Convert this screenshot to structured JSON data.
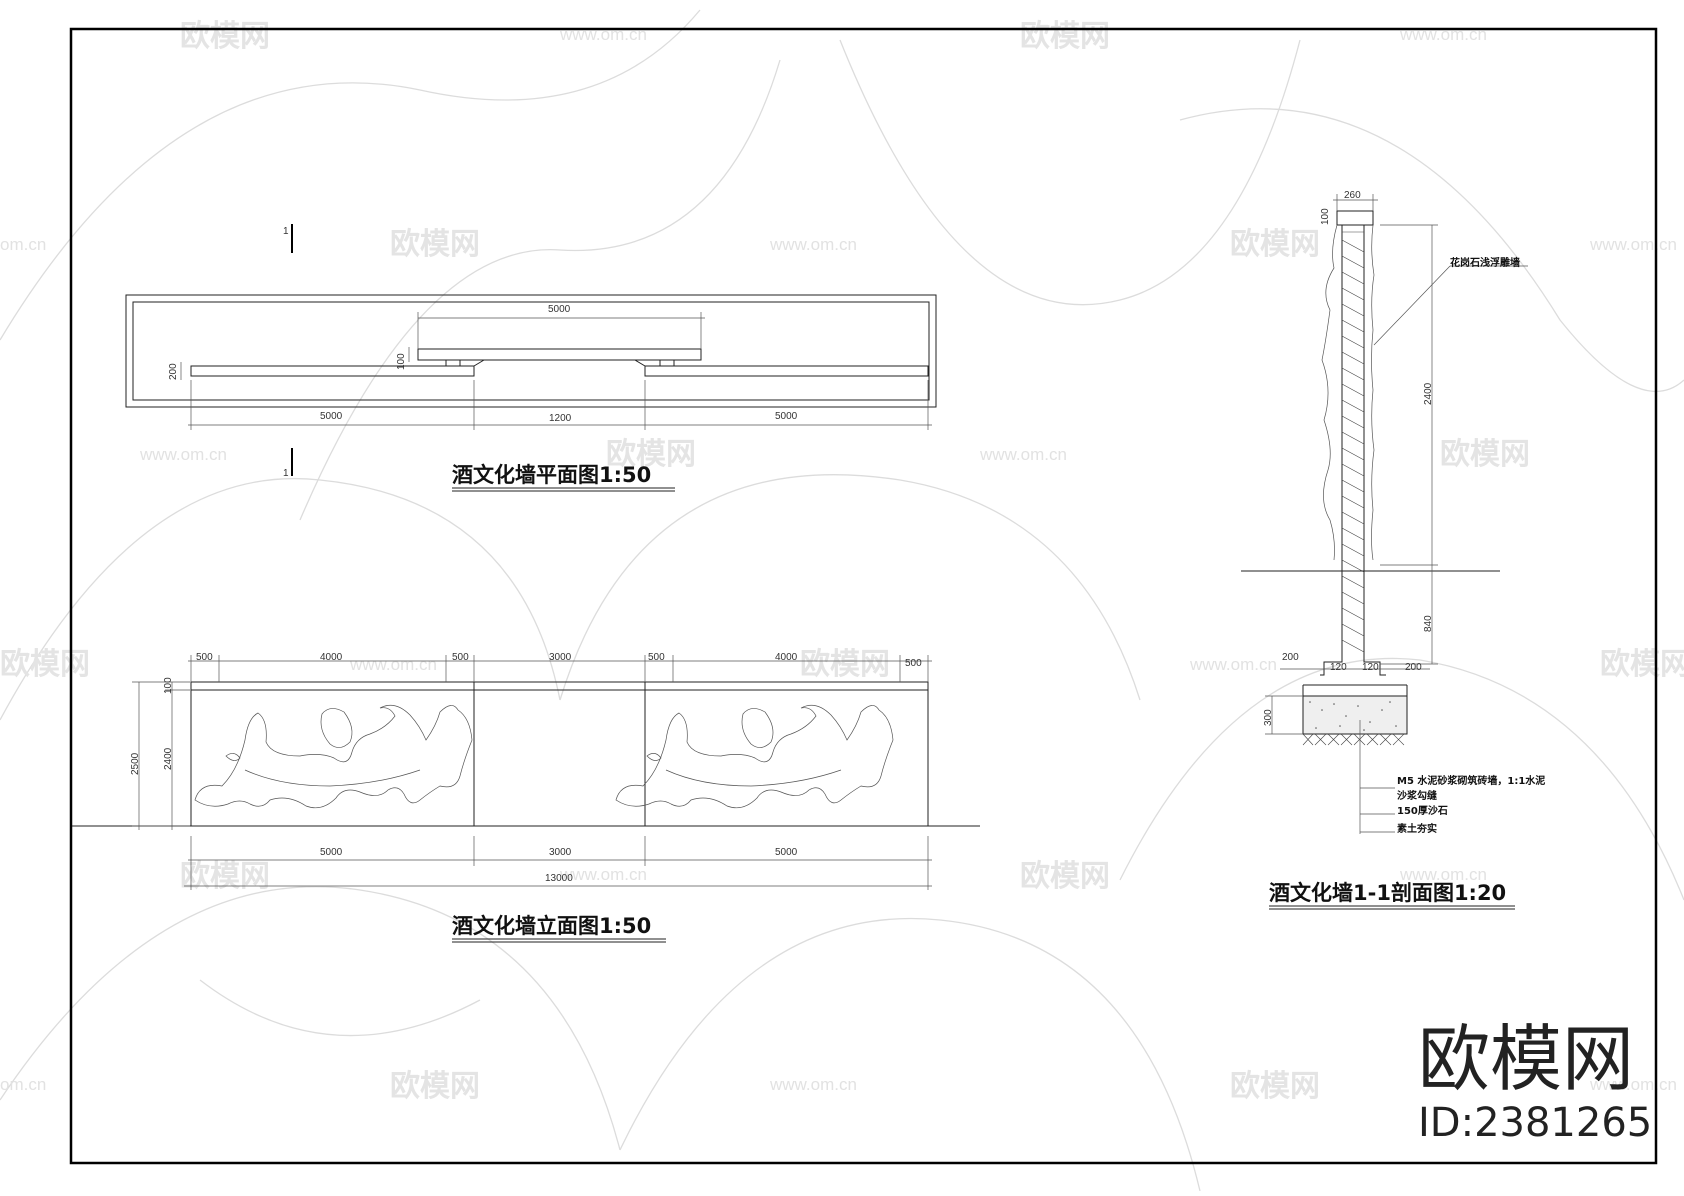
{
  "watermark": {
    "brand": "欧模网",
    "url": "www.om.cn",
    "url_short": "om.cn"
  },
  "plan": {
    "title": "酒文化墙平面图1:50",
    "section_mark": "1",
    "dims": {
      "top": "5000",
      "left": "5000",
      "mid": "1200",
      "right": "5000",
      "h_left": "200",
      "h_mid": "100"
    }
  },
  "elevation": {
    "title": "酒文化墙立面图1:50",
    "top_dims": [
      "500",
      "4000",
      "500",
      "3000",
      "500",
      "4000",
      "500"
    ],
    "bottom_dims": [
      "5000",
      "3000",
      "5000"
    ],
    "total": "13000",
    "heights": {
      "total": "2500",
      "body": "2400",
      "cap": "100"
    }
  },
  "section": {
    "title": "酒文化墙1-1剖面图1:20",
    "dims": {
      "top": "260",
      "cap": "100",
      "above": "2400",
      "below": "840",
      "left_ext": "200",
      "right_ext": "200",
      "w1": "120",
      "w2": "120",
      "base": "300"
    },
    "label_top": "花岗石浅浮雕墙",
    "notes": [
      "M5 水泥砂浆砌筑砖墙，1:1水泥",
      "沙浆勾缝",
      "150厚沙石",
      "素土夯实"
    ]
  },
  "brand_block": {
    "name": "欧模网",
    "id": "ID:2381265"
  }
}
